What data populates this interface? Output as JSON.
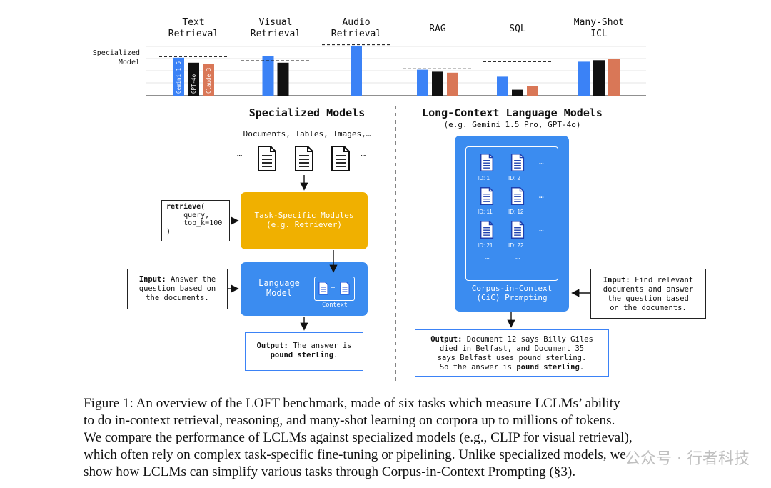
{
  "chart_data": {
    "type": "bar",
    "categories": [
      "Text\nRetrieval",
      "Visual\nRetrieval",
      "Audio\nRetrieval",
      "RAG",
      "SQL",
      "Many-Shot\nICL"
    ],
    "series": [
      {
        "name": "Gemini 1.5",
        "color": "#3b82f6",
        "values": [
          0.76,
          0.8,
          1.0,
          0.52,
          0.38,
          0.68
        ]
      },
      {
        "name": "GPT-4o",
        "color": "#111111",
        "values": [
          0.66,
          0.66,
          null,
          0.48,
          0.12,
          0.71
        ]
      },
      {
        "name": "Claude 3",
        "color": "#d97757",
        "values": [
          0.63,
          null,
          null,
          0.46,
          0.19,
          0.74
        ]
      }
    ],
    "specialized_model": [
      0.78,
      0.7,
      1.02,
      0.54,
      0.68,
      null
    ],
    "specialized_label": "Specialized\nModel"
  },
  "left": {
    "title": "Specialized Models",
    "docs_label": "Documents, Tables, Images,…",
    "ellipsis_left": "…",
    "ellipsis_right": "…",
    "code_lines": [
      "retrieve(",
      "    query,",
      "    top_k=100",
      ")"
    ],
    "modules_line1": "Task-Specific Modules",
    "modules_line2": "(e.g. Retriever)",
    "lm_line1": "Language",
    "lm_line2": "Model",
    "context_label": "Context",
    "context_ellipsis": "…",
    "input_bold": "Input:",
    "input_text1": " Answer the",
    "input_text2": "question based on",
    "input_text3": "the documents.",
    "output_bold": "Output:",
    "output_text1": " The answer is",
    "output_text2_bold": "pound sterling",
    "output_text2_end": "."
  },
  "right": {
    "title": "Long-Context Language Models",
    "subtitle": "(e.g. Gemini 1.5 Pro, GPT-4o)",
    "ids": [
      "ID: 1",
      "ID: 2",
      "ID: 11",
      "ID: 12",
      "ID: 21",
      "ID: 22"
    ],
    "dots": "…",
    "cic_line1": "Corpus-in-Context",
    "cic_line2": "(CiC) Prompting",
    "input_bold": "Input:",
    "input_text1": " Find relevant",
    "input_text2": "documents and answer",
    "input_text3": "the question based",
    "input_text4": "on the documents.",
    "output_bold": "Output:",
    "output_text1": " Document 12 says Billy Giles",
    "output_text2": "died in Belfast, and Document 35",
    "output_text3": "says Belfast uses pound sterling.",
    "output_text4_a": "So the answer is ",
    "output_text4_bold": "pound sterling",
    "output_text4_end": "."
  },
  "caption": {
    "line1": "Figure 1:   An overview of the LOFT benchmark, made of six tasks which measure LCLMs’ ability",
    "line2": "to do in-context retrieval, reasoning, and many-shot learning on corpora up to millions of tokens.",
    "line3": "We compare the performance of LCLMs against specialized models (e.g., CLIP for visual retrieval),",
    "line4": "which often rely on complex task-specific fine-tuning or pipelining. Unlike specialized models, we",
    "line5": "show how LCLMs can simplify various tasks through Corpus-in-Context Prompting (§3)."
  },
  "watermark": "公众号 · 行者科技",
  "colors": {
    "blue": "#3b82f6",
    "orange": "#f0b000",
    "box_blue": "#4a90e2"
  }
}
